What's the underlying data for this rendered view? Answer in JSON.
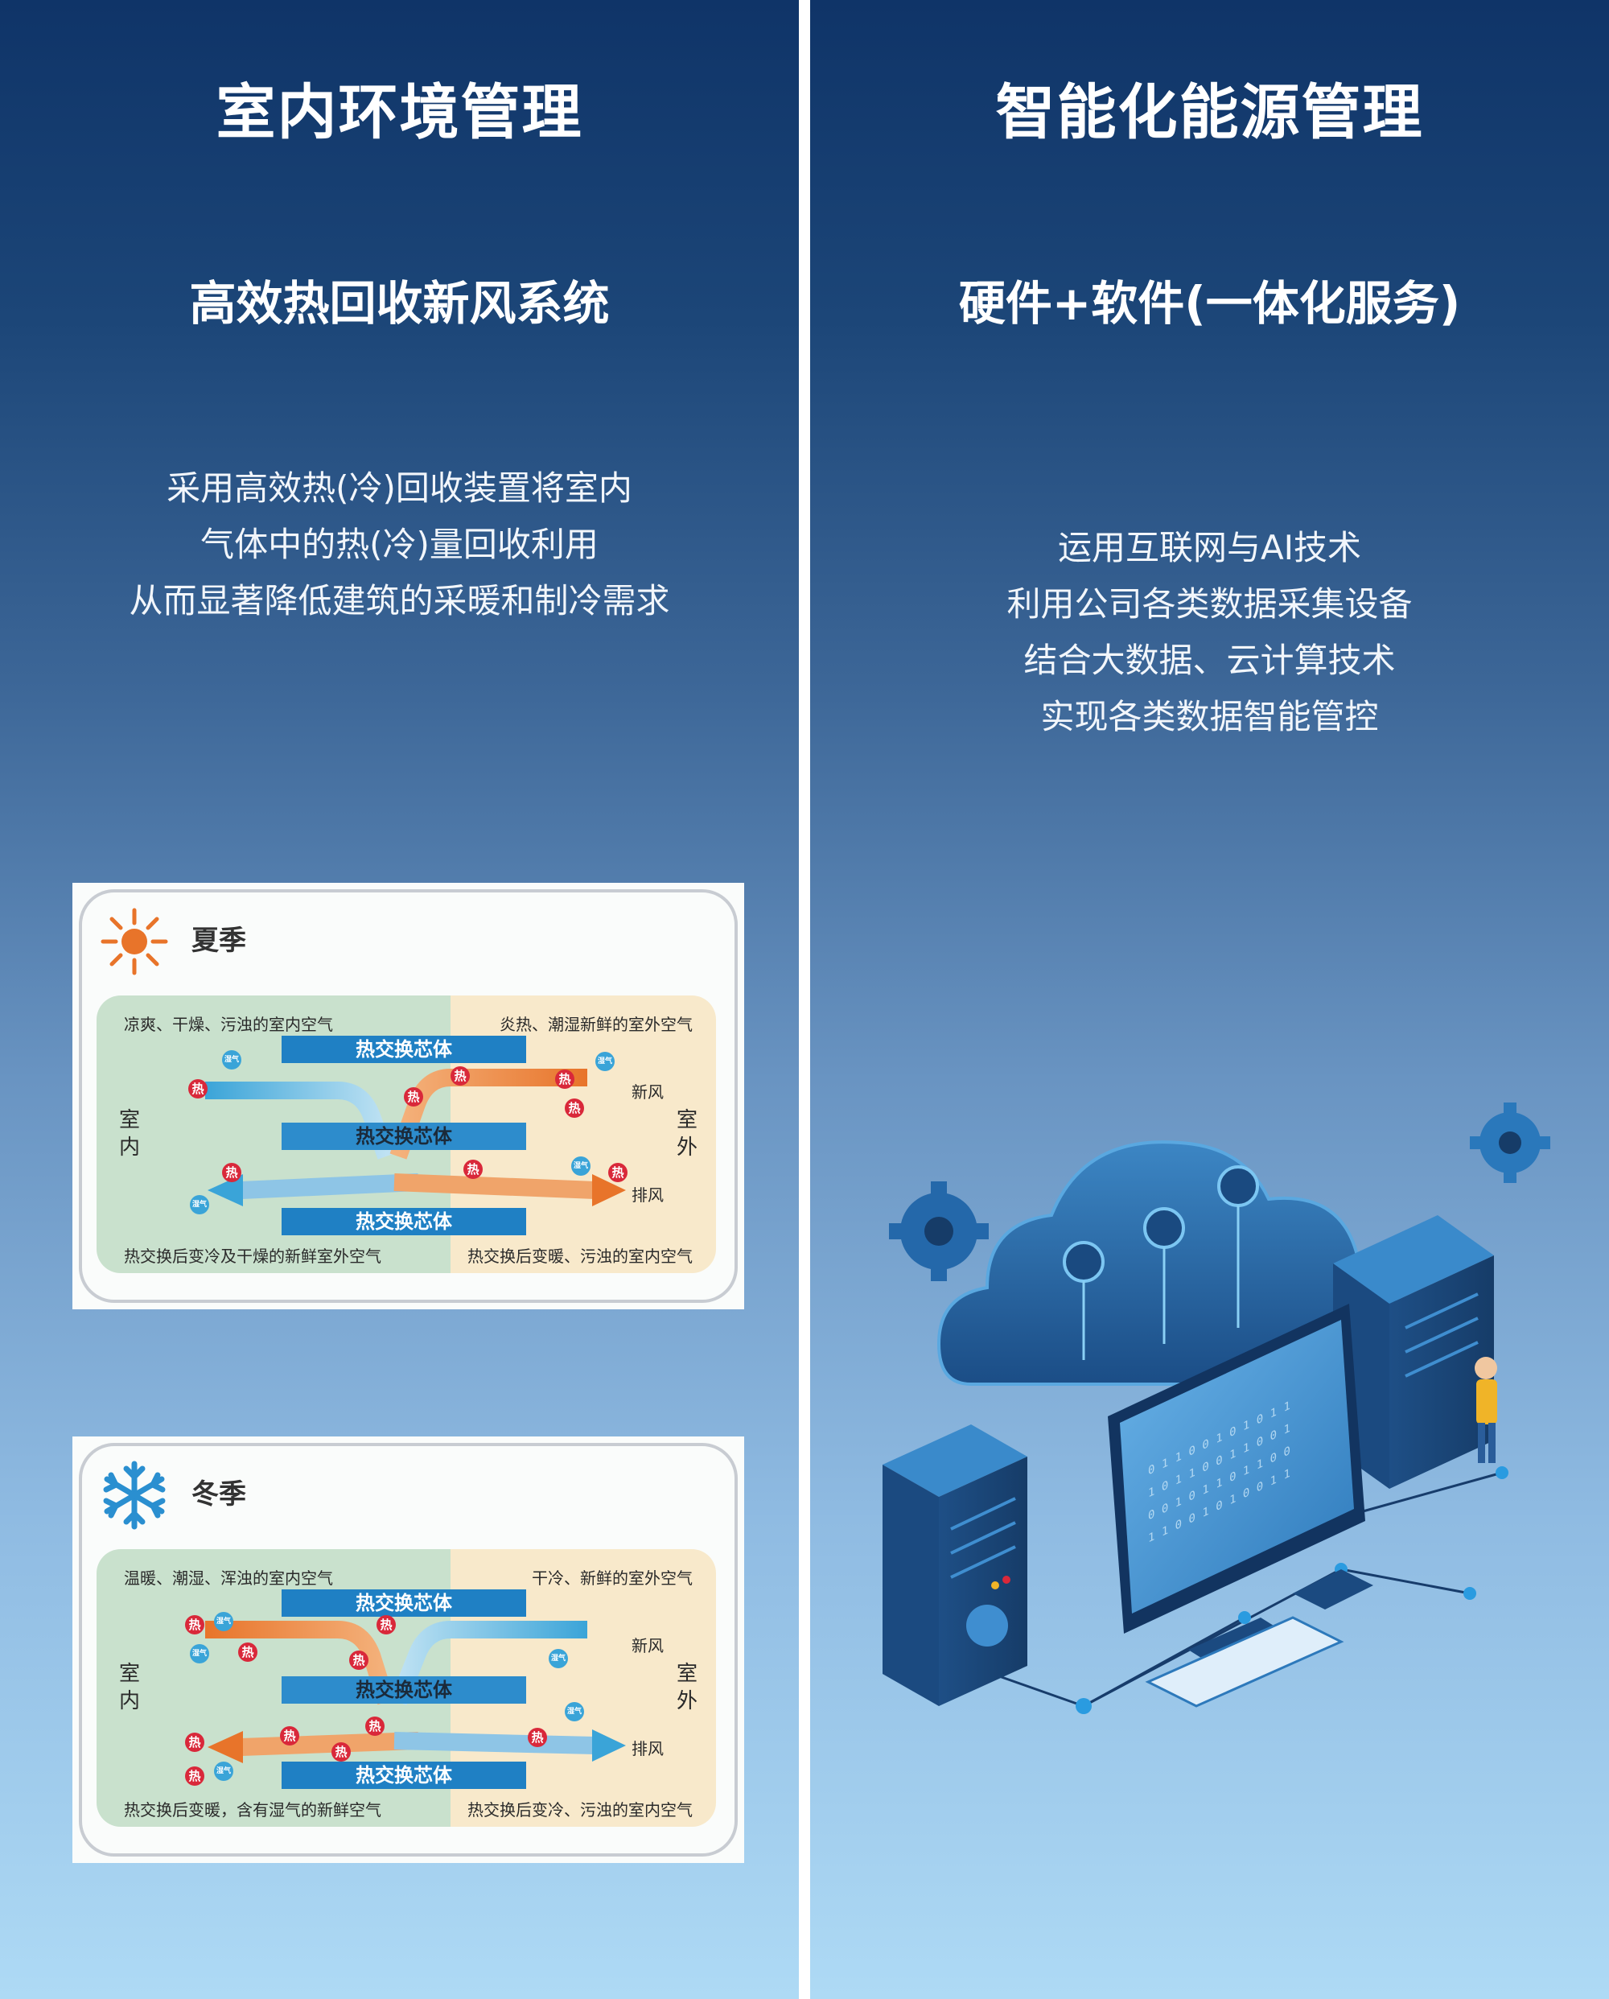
{
  "left_panel": {
    "title": "室内环境管理",
    "subtitle": "高效热回收新风系统",
    "description_lines": [
      "采用高效热(冷)回收装置将室内",
      "气体中的热(冷)量回收利用",
      "从而显著降低建筑的采暖和制冷需求"
    ],
    "summer_card": {
      "season": "夏季",
      "indoor_air_caption": "凉爽、干燥、污浊的室内空气",
      "outdoor_air_caption": "炎热、潮湿新鲜的室外空气",
      "core_labels": [
        "热交换芯体",
        "热交换芯体",
        "热交换芯体"
      ],
      "indoor_side": [
        "室",
        "内"
      ],
      "outdoor_side": [
        "室",
        "外"
      ],
      "fresh_air_label": "新风",
      "exhaust_label": "排风",
      "hot_badge": "热",
      "moisture_badge": "湿气",
      "bottom_left_caption": "热交换后变冷及干燥的新鲜室外空气",
      "bottom_right_caption": "热交换后变暖、污浊的室内空气"
    },
    "winter_card": {
      "season": "冬季",
      "indoor_air_caption": "温暖、潮湿、浑浊的室内空气",
      "outdoor_air_caption": "干冷、新鲜的室外空气",
      "core_labels": [
        "热交换芯体",
        "热交换芯体",
        "热交换芯体"
      ],
      "indoor_side": [
        "室",
        "内"
      ],
      "outdoor_side": [
        "室",
        "外"
      ],
      "fresh_air_label": "新风",
      "exhaust_label": "排风",
      "hot_badge": "热",
      "moisture_badge": "湿气",
      "bottom_left_caption": "热交换后变暖，含有湿气的新鲜空气",
      "bottom_right_caption": "热交换后变冷、污浊的室内空气"
    }
  },
  "right_panel": {
    "title": "智能化能源管理",
    "subtitle": "硬件+软件(一体化服务)",
    "description_lines": [
      "运用互联网与AI技术",
      "利用公司各类数据采集设备",
      "结合大数据、云计算技术",
      "实现各类数据智能管控"
    ],
    "illustration_icons": [
      "cloud-icon",
      "gear-icon",
      "server-icon",
      "monitor-icon",
      "keyboard-icon",
      "person-icon"
    ]
  },
  "colors": {
    "gradient_top": "#0f3468",
    "gradient_bottom": "#aedaf5",
    "core_blue": "#1f80c4",
    "hot_red": "#d9283a",
    "warm_orange": "#e8742a",
    "cool_blue": "#3aa4d8",
    "indoor_green": "#c9e1cd",
    "outdoor_sand": "#f8e9cb"
  }
}
